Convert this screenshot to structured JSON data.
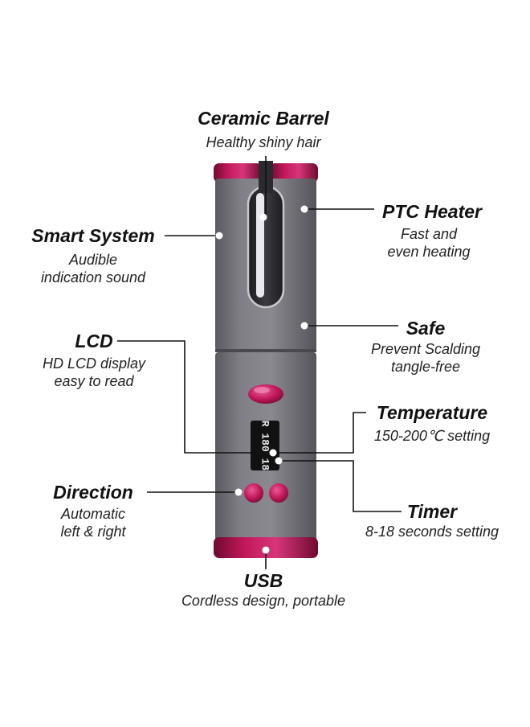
{
  "colors": {
    "body_gray": "#7b7a82",
    "body_gray_dark": "#5f5e66",
    "accent_magenta": "#c2185b",
    "accent_dark": "#7a0c35",
    "lcd_black": "#111111",
    "text": "#111111"
  },
  "icons": {
    "dot_marker": "white-dot",
    "power_button": "magenta-oval-button",
    "direction_buttons": "magenta-round-buttons"
  },
  "lcd": {
    "readout": "R 180 18"
  },
  "callouts": {
    "ceramic_barrel": {
      "title": "Ceramic Barrel",
      "lines": [
        "Healthy shiny hair"
      ]
    },
    "ptc_heater": {
      "title": "PTC Heater",
      "lines": [
        "Fast and",
        "even heating"
      ]
    },
    "smart_system": {
      "title": "Smart System",
      "lines": [
        "Audible",
        "indication sound"
      ]
    },
    "safe": {
      "title": "Safe",
      "lines": [
        "Prevent Scalding",
        "tangle-free"
      ]
    },
    "lcd": {
      "title": "LCD",
      "lines": [
        "HD LCD display",
        "easy to read"
      ]
    },
    "temperature": {
      "title": "Temperature",
      "lines": [
        "150-200℃ setting"
      ]
    },
    "direction": {
      "title": "Direction",
      "lines": [
        "Automatic",
        "left & right"
      ]
    },
    "timer": {
      "title": "Timer",
      "lines": [
        "8-18 seconds setting"
      ]
    },
    "usb": {
      "title": "USB",
      "lines": [
        "Cordless design, portable"
      ]
    }
  }
}
